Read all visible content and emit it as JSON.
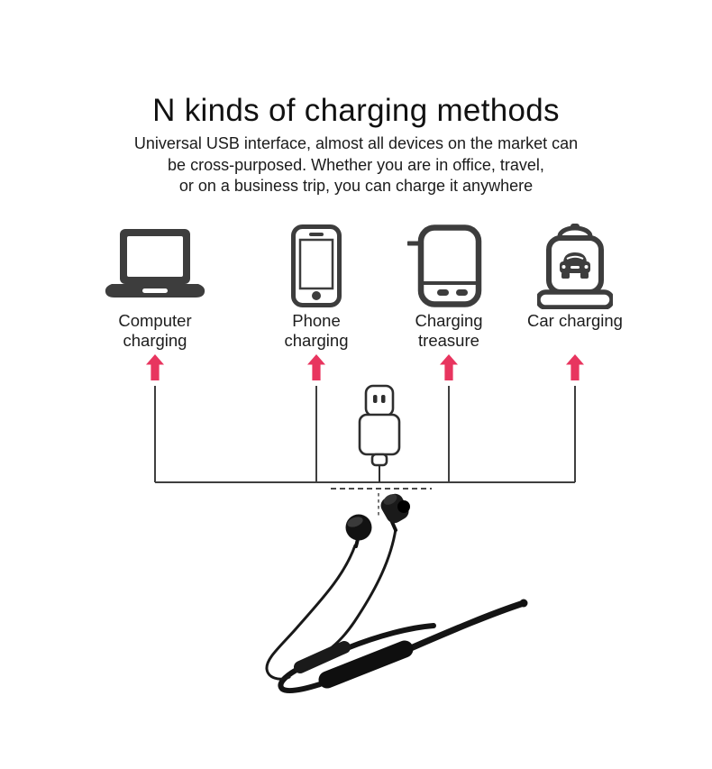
{
  "page": {
    "title": "N kinds of charging methods",
    "subtitle_lines": [
      "Universal USB interface, almost all devices on the market can",
      "be cross-purposed. Whether you are in office, travel,",
      "or on a business trip, you can charge it anywhere"
    ]
  },
  "methods": [
    {
      "label": "Computer\ncharging",
      "icon": "laptop-icon"
    },
    {
      "label": "Phone\ncharging",
      "icon": "smartphone-icon"
    },
    {
      "label": "Charging\ntreasure",
      "icon": "power-bank-icon"
    },
    {
      "label": "Car charging",
      "icon": "car-charger-icon"
    }
  ],
  "connector": {
    "usb_icon": "usb-plug-icon",
    "pointer_icon": "dashed-pointer-line"
  },
  "product": {
    "illustration": "neckband-earphones"
  },
  "colors": {
    "arrow": "#e8355f",
    "icon": "#3d3d3d",
    "line": "#3f3f3f",
    "text": "#1c1c1c",
    "earphone": "#141414",
    "background": "#ffffff"
  }
}
